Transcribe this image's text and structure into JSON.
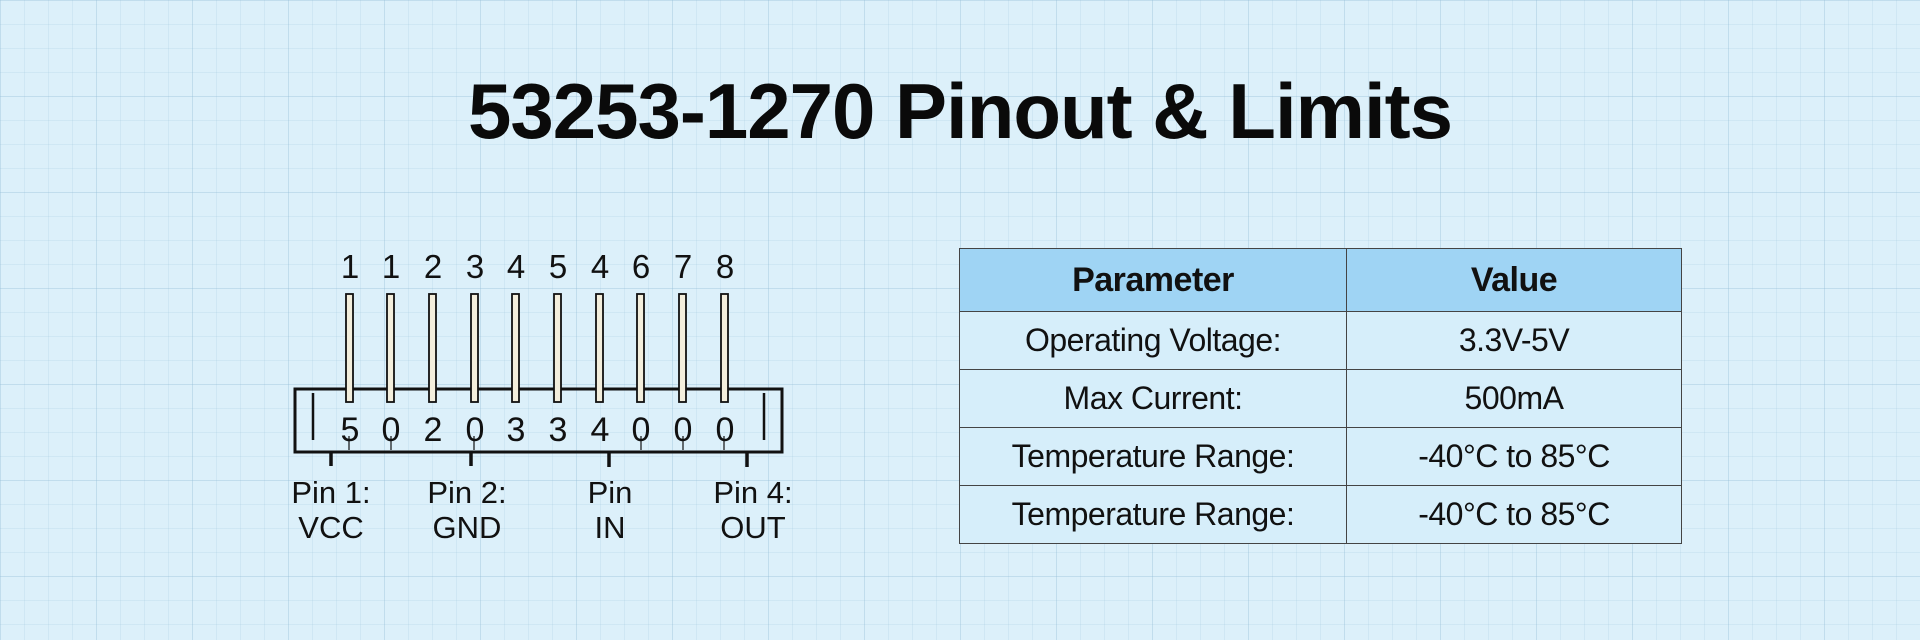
{
  "title": "53253-1270 Pinout & Limits",
  "colors": {
    "background": "#dcf0fa",
    "table_header": "#9fd4f4",
    "table_cell": "#d6eefa",
    "text": "#111111"
  },
  "connector": {
    "top_pin_numbers": [
      "1",
      "1",
      "2",
      "3",
      "4",
      "5",
      "4",
      "6",
      "7",
      "8"
    ],
    "inner_numbers": [
      "5",
      "0",
      "2",
      "0",
      "3",
      "3",
      "4",
      "0",
      "0",
      "0"
    ],
    "pin_labels": [
      {
        "line1": "Pin 1:",
        "line2": "VCC"
      },
      {
        "line1": "Pin 2:",
        "line2": "GND"
      },
      {
        "line1": "Pin",
        "line2": "IN"
      },
      {
        "line1": "Pin 4:",
        "line2": "OUT"
      }
    ]
  },
  "table": {
    "headers": [
      "Parameter",
      "Value"
    ],
    "rows": [
      {
        "parameter": "Operating Voltage:",
        "value": "3.3V-5V"
      },
      {
        "parameter": "Max Current:",
        "value": "500mA"
      },
      {
        "parameter": "Temperature Range:",
        "value": "-40°C to 85°C"
      },
      {
        "parameter": "Temperature Range:",
        "value": "-40°C to 85°C"
      }
    ]
  }
}
